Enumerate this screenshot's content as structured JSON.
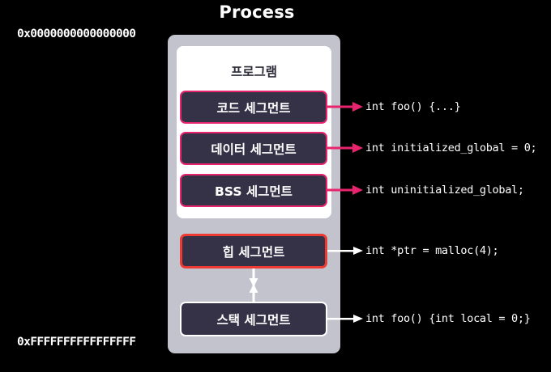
{
  "diagram": {
    "title": "Process",
    "address_top": "0x0000000000000000",
    "address_bottom": "0xFFFFFFFFFFFFFFFF",
    "program_box_title": "프로그램"
  },
  "colors": {
    "background": "#000000",
    "process_container": "#c3c3ce",
    "program_box": "#ffffff",
    "segment_fill": "#353247",
    "accent_pink": "#e8246e",
    "accent_red": "#ed3b33",
    "accent_white": "#ffffff",
    "title_text": "#ffffff",
    "program_title_text": "#2c2c38"
  },
  "segments": [
    {
      "id": "code",
      "label": "코드 세그먼트",
      "border_color": "#e8246e",
      "border_style": "pink",
      "group": "program"
    },
    {
      "id": "data",
      "label": "데이터 세그먼트",
      "border_color": "#e8246e",
      "border_style": "pink",
      "group": "program"
    },
    {
      "id": "bss",
      "label": "BSS 세그먼트",
      "border_color": "#e8246e",
      "border_style": "pink",
      "group": "program"
    },
    {
      "id": "heap",
      "label": "힙 세그먼트",
      "border_color": "#ed3b33",
      "border_style": "red",
      "group": "process"
    },
    {
      "id": "stack",
      "label": "스택 세그먼트",
      "border_color": "#ffffff",
      "border_style": "white",
      "group": "process"
    }
  ],
  "annotations": [
    {
      "id": "code",
      "code": "int foo() {...}",
      "arrow_color": "#e8246e"
    },
    {
      "id": "data",
      "code": "int initialized_global = 0;",
      "arrow_color": "#e8246e"
    },
    {
      "id": "bss",
      "code": "int uninitialized_global;",
      "arrow_color": "#e8246e"
    },
    {
      "id": "heap",
      "code": "int *ptr = malloc(4);",
      "arrow_color": "#ffffff"
    },
    {
      "id": "stack",
      "code": "int foo() {int local = 0;}",
      "arrow_color": "#ffffff"
    }
  ],
  "heap_stack_arrow": {
    "description": "double-headed-vertical-arrow",
    "color": "#ffffff"
  }
}
